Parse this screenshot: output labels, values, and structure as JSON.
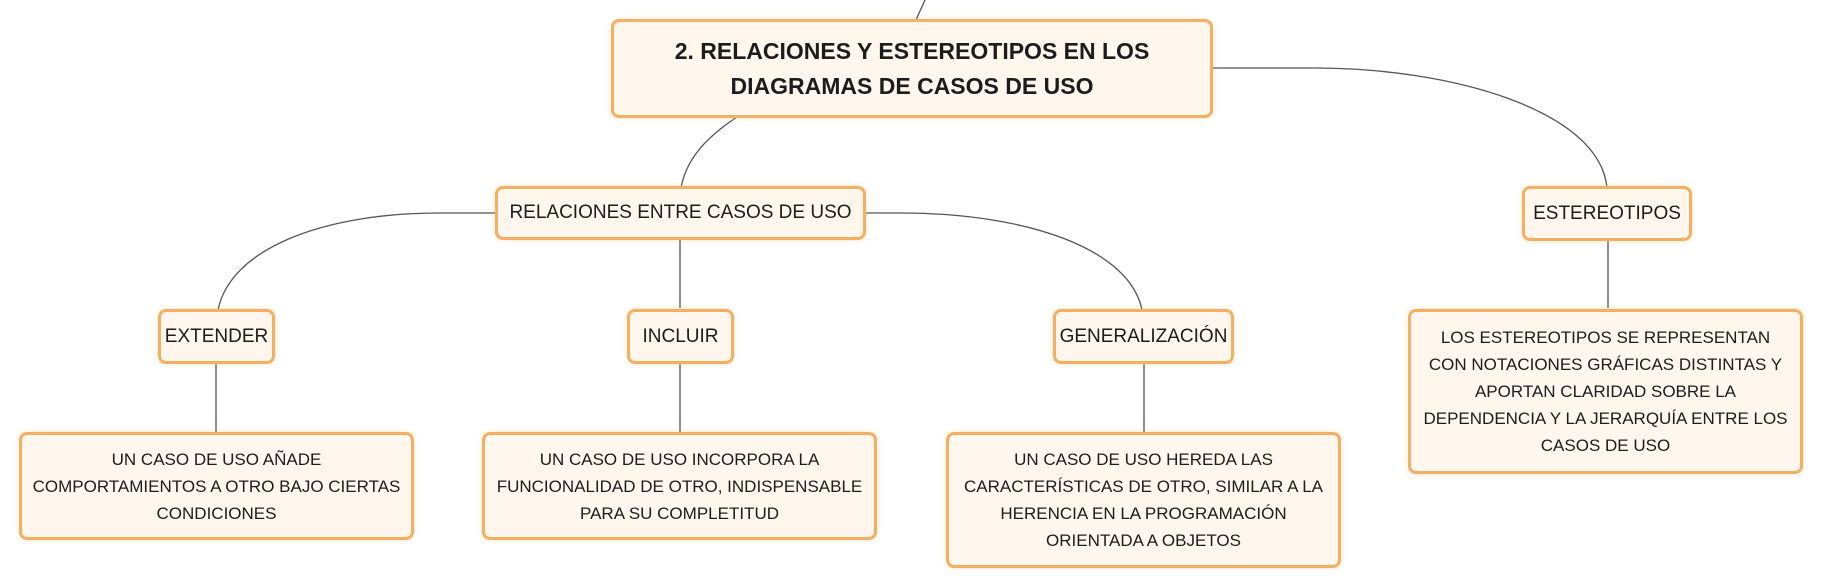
{
  "diagram": {
    "root": {
      "label": "2. RELACIONES Y ESTEREOTIPOS EN LOS DIAGRAMAS DE CASOS DE USO"
    },
    "relaciones": {
      "label": "RELACIONES ENTRE CASOS DE USO",
      "children": [
        {
          "label": "EXTENDER",
          "description": "UN CASO DE USO AÑADE COMPORTAMIENTOS A OTRO BAJO CIERTAS CONDICIONES"
        },
        {
          "label": "INCLUIR",
          "description": "UN CASO DE USO INCORPORA LA FUNCIONALIDAD DE OTRO, INDISPENSABLE PARA SU COMPLETITUD"
        },
        {
          "label": "GENERALIZACIÓN",
          "description": "UN CASO DE USO HEREDA LAS CARACTERÍSTICAS DE OTRO, SIMILAR A LA HERENCIA EN LA PROGRAMACIÓN ORIENTADA A OBJETOS"
        }
      ]
    },
    "estereotipos": {
      "label": "ESTEREOTIPOS",
      "description": "LOS ESTEREOTIPOS SE REPRESENTAN CON NOTACIONES GRÁFICAS DISTINTAS Y APORTAN CLARIDAD SOBRE LA DEPENDENCIA Y LA JERARQUÍA ENTRE LOS CASOS DE USO"
    },
    "colors": {
      "node_fill": "#fff6ed",
      "node_border": "#f3b063",
      "connector": "#555555"
    }
  }
}
